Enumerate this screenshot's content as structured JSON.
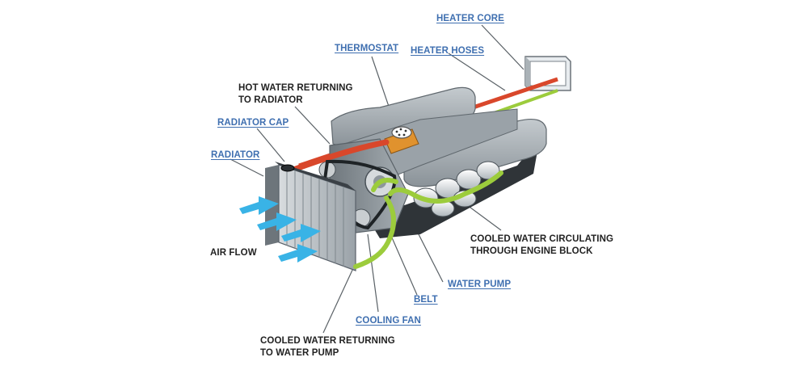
{
  "diagram": {
    "labels": {
      "heater_core": "HEATER CORE",
      "heater_hoses": "HEATER HOSES",
      "thermostat": "THERMOSTAT",
      "hot_water_returning": [
        "HOT WATER RETURNING",
        "TO RADIATOR"
      ],
      "radiator_cap": "RADIATOR CAP",
      "radiator": "RADIATOR",
      "air_flow": "AIR FLOW",
      "cooled_water_circulating": [
        "COOLED WATER CIRCULATING",
        "THROUGH ENGINE BLOCK"
      ],
      "water_pump": "WATER PUMP",
      "belt": "BELT",
      "cooling_fan": "COOLING FAN",
      "cooled_water_returning": [
        "COOLED WATER RETURNING",
        "TO WATER PUMP"
      ]
    },
    "colors": {
      "label_link": "#3f6fb0",
      "label_plain": "#222222",
      "hot_hose": "#d9472b",
      "cool_hose": "#9ccc3c",
      "air_arrow": "#39b3e6",
      "engine_gray": "#8e969c",
      "thermostat_orange": "#e0922e"
    }
  }
}
